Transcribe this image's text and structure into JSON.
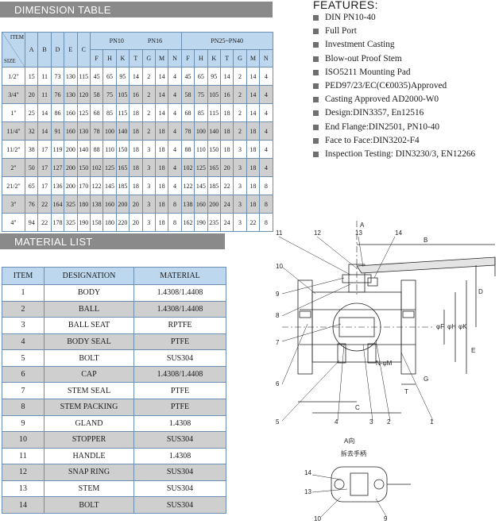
{
  "dimension_table": {
    "banner": "DIMENSION TABLE",
    "corner_item": "ITEM",
    "corner_size": "SIZE",
    "pn10_label": "PN10",
    "pn16_label": "PN16",
    "pn25_label": "PN25~PN40",
    "common_cols": [
      "A",
      "B",
      "D",
      "E",
      "C"
    ],
    "group_cols": [
      "F",
      "H",
      "K",
      "T",
      "G",
      "M",
      "N"
    ],
    "rows": [
      [
        "1/2\"",
        "15",
        "11",
        "73",
        "130",
        "115",
        "45",
        "65",
        "95",
        "14",
        "2",
        "14",
        "4",
        "45",
        "65",
        "95",
        "14",
        "2",
        "14",
        "4"
      ],
      [
        "3/4\"",
        "20",
        "11",
        "76",
        "130",
        "120",
        "58",
        "75",
        "105",
        "16",
        "2",
        "14",
        "4",
        "58",
        "75",
        "105",
        "16",
        "2",
        "14",
        "4"
      ],
      [
        "1\"",
        "25",
        "14",
        "86",
        "160",
        "125",
        "68",
        "85",
        "115",
        "18",
        "2",
        "14",
        "4",
        "68",
        "85",
        "115",
        "18",
        "2",
        "14",
        "4"
      ],
      [
        "11/4\"",
        "32",
        "14",
        "91",
        "160",
        "130",
        "78",
        "100",
        "140",
        "18",
        "2",
        "18",
        "4",
        "78",
        "100",
        "140",
        "18",
        "2",
        "18",
        "4"
      ],
      [
        "11/2\"",
        "38",
        "17",
        "119",
        "200",
        "140",
        "88",
        "110",
        "150",
        "18",
        "3",
        "18",
        "4",
        "88",
        "110",
        "150",
        "18",
        "3",
        "18",
        "4"
      ],
      [
        "2\"",
        "50",
        "17",
        "127",
        "200",
        "150",
        "102",
        "125",
        "165",
        "18",
        "3",
        "18",
        "4",
        "102",
        "125",
        "165",
        "20",
        "3",
        "18",
        "4"
      ],
      [
        "21/2\"",
        "65",
        "17",
        "136",
        "200",
        "170",
        "122",
        "145",
        "185",
        "18",
        "3",
        "18",
        "4",
        "122",
        "145",
        "185",
        "22",
        "3",
        "18",
        "8"
      ],
      [
        "3\"",
        "76",
        "22",
        "164",
        "325",
        "180",
        "138",
        "160",
        "200",
        "20",
        "3",
        "18",
        "8",
        "138",
        "160",
        "200",
        "24",
        "3",
        "18",
        "8"
      ],
      [
        "4\"",
        "94",
        "22",
        "178",
        "325",
        "190",
        "158",
        "180",
        "220",
        "20",
        "3",
        "18",
        "8",
        "162",
        "190",
        "235",
        "24",
        "3",
        "22",
        "8"
      ]
    ]
  },
  "material_list": {
    "banner": "MATERIAL LIST",
    "headers": [
      "ITEM",
      "DESIGNATION",
      "MATERIAL"
    ],
    "rows": [
      [
        "1",
        "BODY",
        "1.4308/1.4408"
      ],
      [
        "2",
        "BALL",
        "1.4308/1.4408"
      ],
      [
        "3",
        "BALL SEAT",
        "RPTFE"
      ],
      [
        "4",
        "BODY SEAL",
        "PTFE"
      ],
      [
        "5",
        "BOLT",
        "SUS304"
      ],
      [
        "6",
        "CAP",
        "1.4308/1.4408"
      ],
      [
        "7",
        "STEM SEAL",
        "PTFE"
      ],
      [
        "8",
        "STEM PACKING",
        "PTFE"
      ],
      [
        "9",
        "GLAND",
        "1.4308"
      ],
      [
        "10",
        "STOPPER",
        "SUS304"
      ],
      [
        "11",
        "HANDLE",
        "1.4308"
      ],
      [
        "12",
        "SNAP RING",
        "SUS304"
      ],
      [
        "13",
        "STEM",
        "SUS304"
      ],
      [
        "14",
        "BOLT",
        "SUS304"
      ]
    ]
  },
  "features": {
    "title": "FEATURES:",
    "items": [
      "DIN PN10-40",
      "Full  Port",
      "Investment Casting",
      "Blow-out Proof Stem",
      "ISO5211 Mounting Pad",
      "PED97/23/EC(C€0035)Approved",
      "Casting Approved AD2000-W0",
      "Design:DIN3357, En12516",
      "End Flange:DIN2501, PN10-40",
      "Face to Face:DIN3202-F4",
      "Inspection Testing: DIN3230/3, EN12266"
    ]
  },
  "drawing": {
    "part_numbers": [
      "11",
      "12",
      "13",
      "14",
      "10",
      "9",
      "8",
      "7",
      "6",
      "5",
      "4",
      "3",
      "2",
      "1"
    ],
    "dimension_labels": [
      "B",
      "D",
      "φF",
      "φH",
      "φK",
      "E",
      "T",
      "G",
      "C",
      "N-φM",
      "A"
    ],
    "view_label": "A向",
    "view_caption": "拆去手柄",
    "detail_parts": [
      "14",
      "13",
      "10",
      "9"
    ]
  }
}
